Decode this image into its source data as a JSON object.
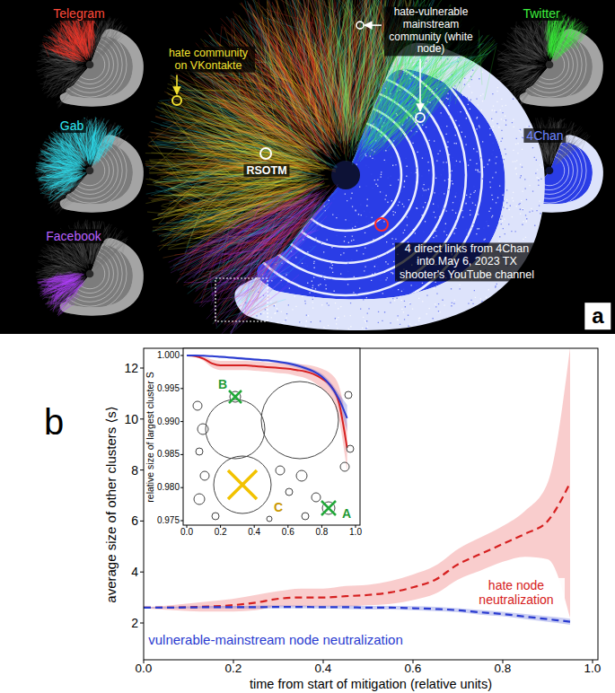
{
  "diagram": {
    "nodes": [
      {
        "text": [
          "a"
        ]
      }
    ],
    "labels": [
      "Telegram",
      "hate community on VKontakte",
      "hate-vulnerable mainstream community (white node)",
      "Twitter",
      "Gab",
      "RSOTM",
      "4Chan",
      "4 direct links from 4Chan into May 6, 2023 TX shooter's YouTube channel",
      "Facebook",
      "b",
      "average size of other clusters ⟨s⟩",
      "12",
      "10",
      "8",
      "6",
      "4",
      "2",
      "0.0",
      "0.2",
      "0.4",
      "0.6",
      "0.8",
      "1.0",
      "time from start of mitigation (relative units)",
      "hate node neutralization",
      "vulnerable-mainstream node neutralization",
      "relative size of largest cluster S",
      "1.000",
      "0.995",
      "0.990",
      "0.985",
      "0.980",
      "0.975",
      "0.0",
      "0.2",
      "0.4",
      "0.6",
      "0.8",
      "1.0",
      "B",
      "A",
      "C"
    ]
  }
}
